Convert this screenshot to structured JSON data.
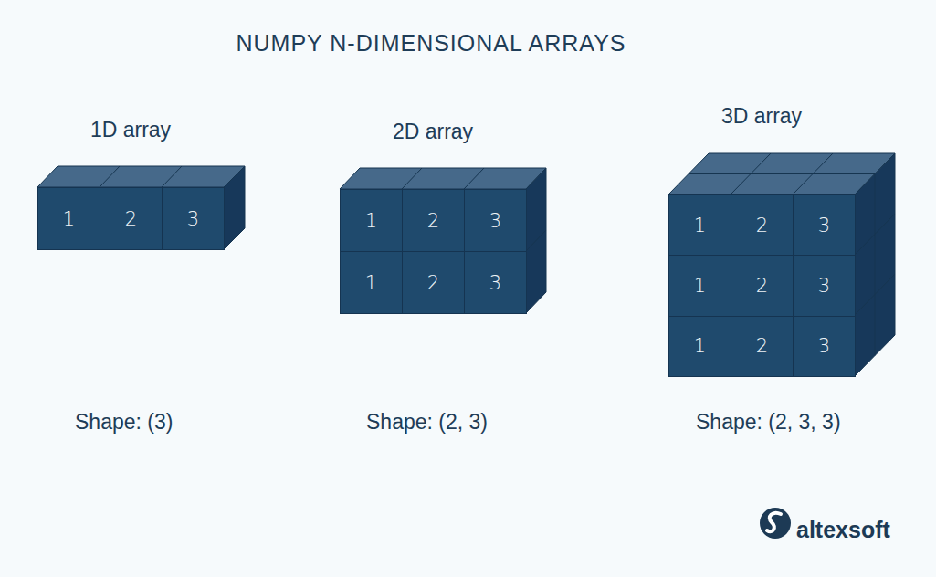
{
  "diagram": {
    "title": "NUMPY N-DIMENSIONAL ARRAYS",
    "nodes": [
      {
        "text": [
          "1D array"
        ]
      },
      {
        "text": [
          "1"
        ],
        "in": 0
      },
      {
        "text": [
          "2"
        ],
        "in": 0
      },
      {
        "text": [
          "3"
        ],
        "in": 0
      },
      {
        "text": [
          "2D array"
        ]
      },
      {
        "text": [
          "1"
        ],
        "in": 4
      },
      {
        "text": [
          "2"
        ],
        "in": 4
      },
      {
        "text": [
          "3"
        ],
        "in": 4
      },
      {
        "text": [
          "1"
        ],
        "in": 4
      },
      {
        "text": [
          "2"
        ],
        "in": 4
      },
      {
        "text": [
          "3"
        ],
        "in": 4
      },
      {
        "text": [
          "3D array"
        ]
      },
      {
        "text": [
          "1"
        ],
        "in": 11
      },
      {
        "text": [
          "2"
        ],
        "in": 11
      },
      {
        "text": [
          "3"
        ],
        "in": 11
      },
      {
        "text": [
          "1"
        ],
        "in": 11
      },
      {
        "text": [
          "2"
        ],
        "in": 11
      },
      {
        "text": [
          "3"
        ],
        "in": 11
      },
      {
        "text": [
          "1"
        ],
        "in": 11
      },
      {
        "text": [
          "2"
        ],
        "in": 11
      },
      {
        "text": [
          "3"
        ],
        "in": 11
      }
    ],
    "labels": [
      "Shape: (3)",
      "Shape: (2, 3)",
      "Shape: (2, 3, 3)",
      "altexsoft"
    ]
  }
}
